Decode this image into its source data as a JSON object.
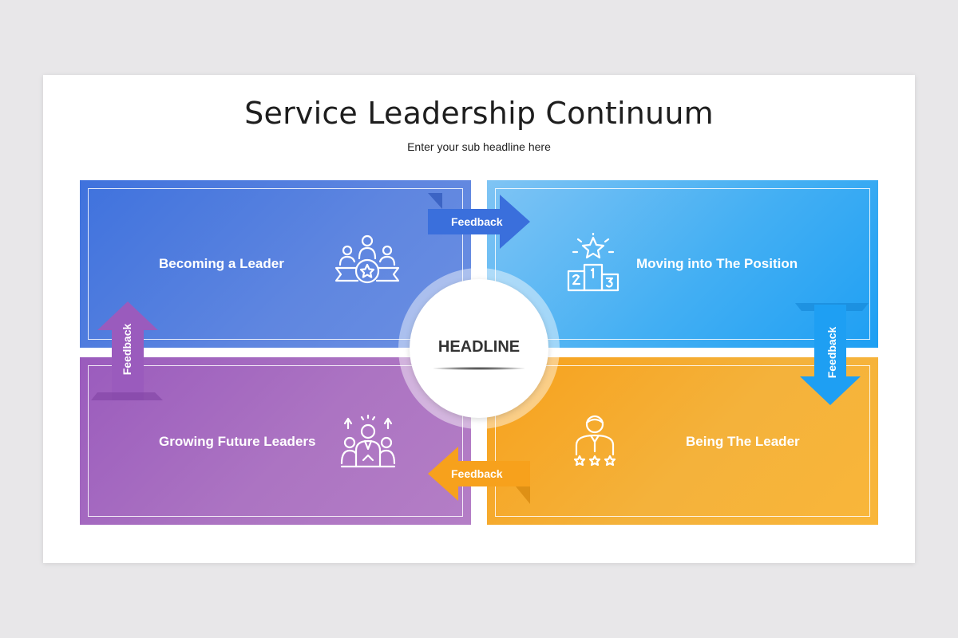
{
  "title": "Service Leadership Continuum",
  "subtitle": "Enter your sub headline here",
  "center": {
    "label": "HEADLINE"
  },
  "quadrants": [
    {
      "label": "Becoming a Leader",
      "color": "#4f7ddf",
      "icon": "leader-award-icon"
    },
    {
      "label": "Moving into The Position",
      "color": "#3eaef3",
      "icon": "podium-star-icon"
    },
    {
      "label": "Growing Future Leaders",
      "color": "#a96dc1",
      "icon": "team-growth-icon"
    },
    {
      "label": "Being The Leader",
      "color": "#f5ab2a",
      "icon": "leader-rating-icon"
    }
  ],
  "arrows": [
    {
      "label": "Feedback",
      "color": "#3a6fdc",
      "direction": "right"
    },
    {
      "label": "Feedback",
      "color": "#1e9ff3",
      "direction": "down"
    },
    {
      "label": "Feedback",
      "color": "#f7a11c",
      "direction": "left"
    },
    {
      "label": "Feedback",
      "color": "#9a5bbd",
      "direction": "up"
    }
  ]
}
